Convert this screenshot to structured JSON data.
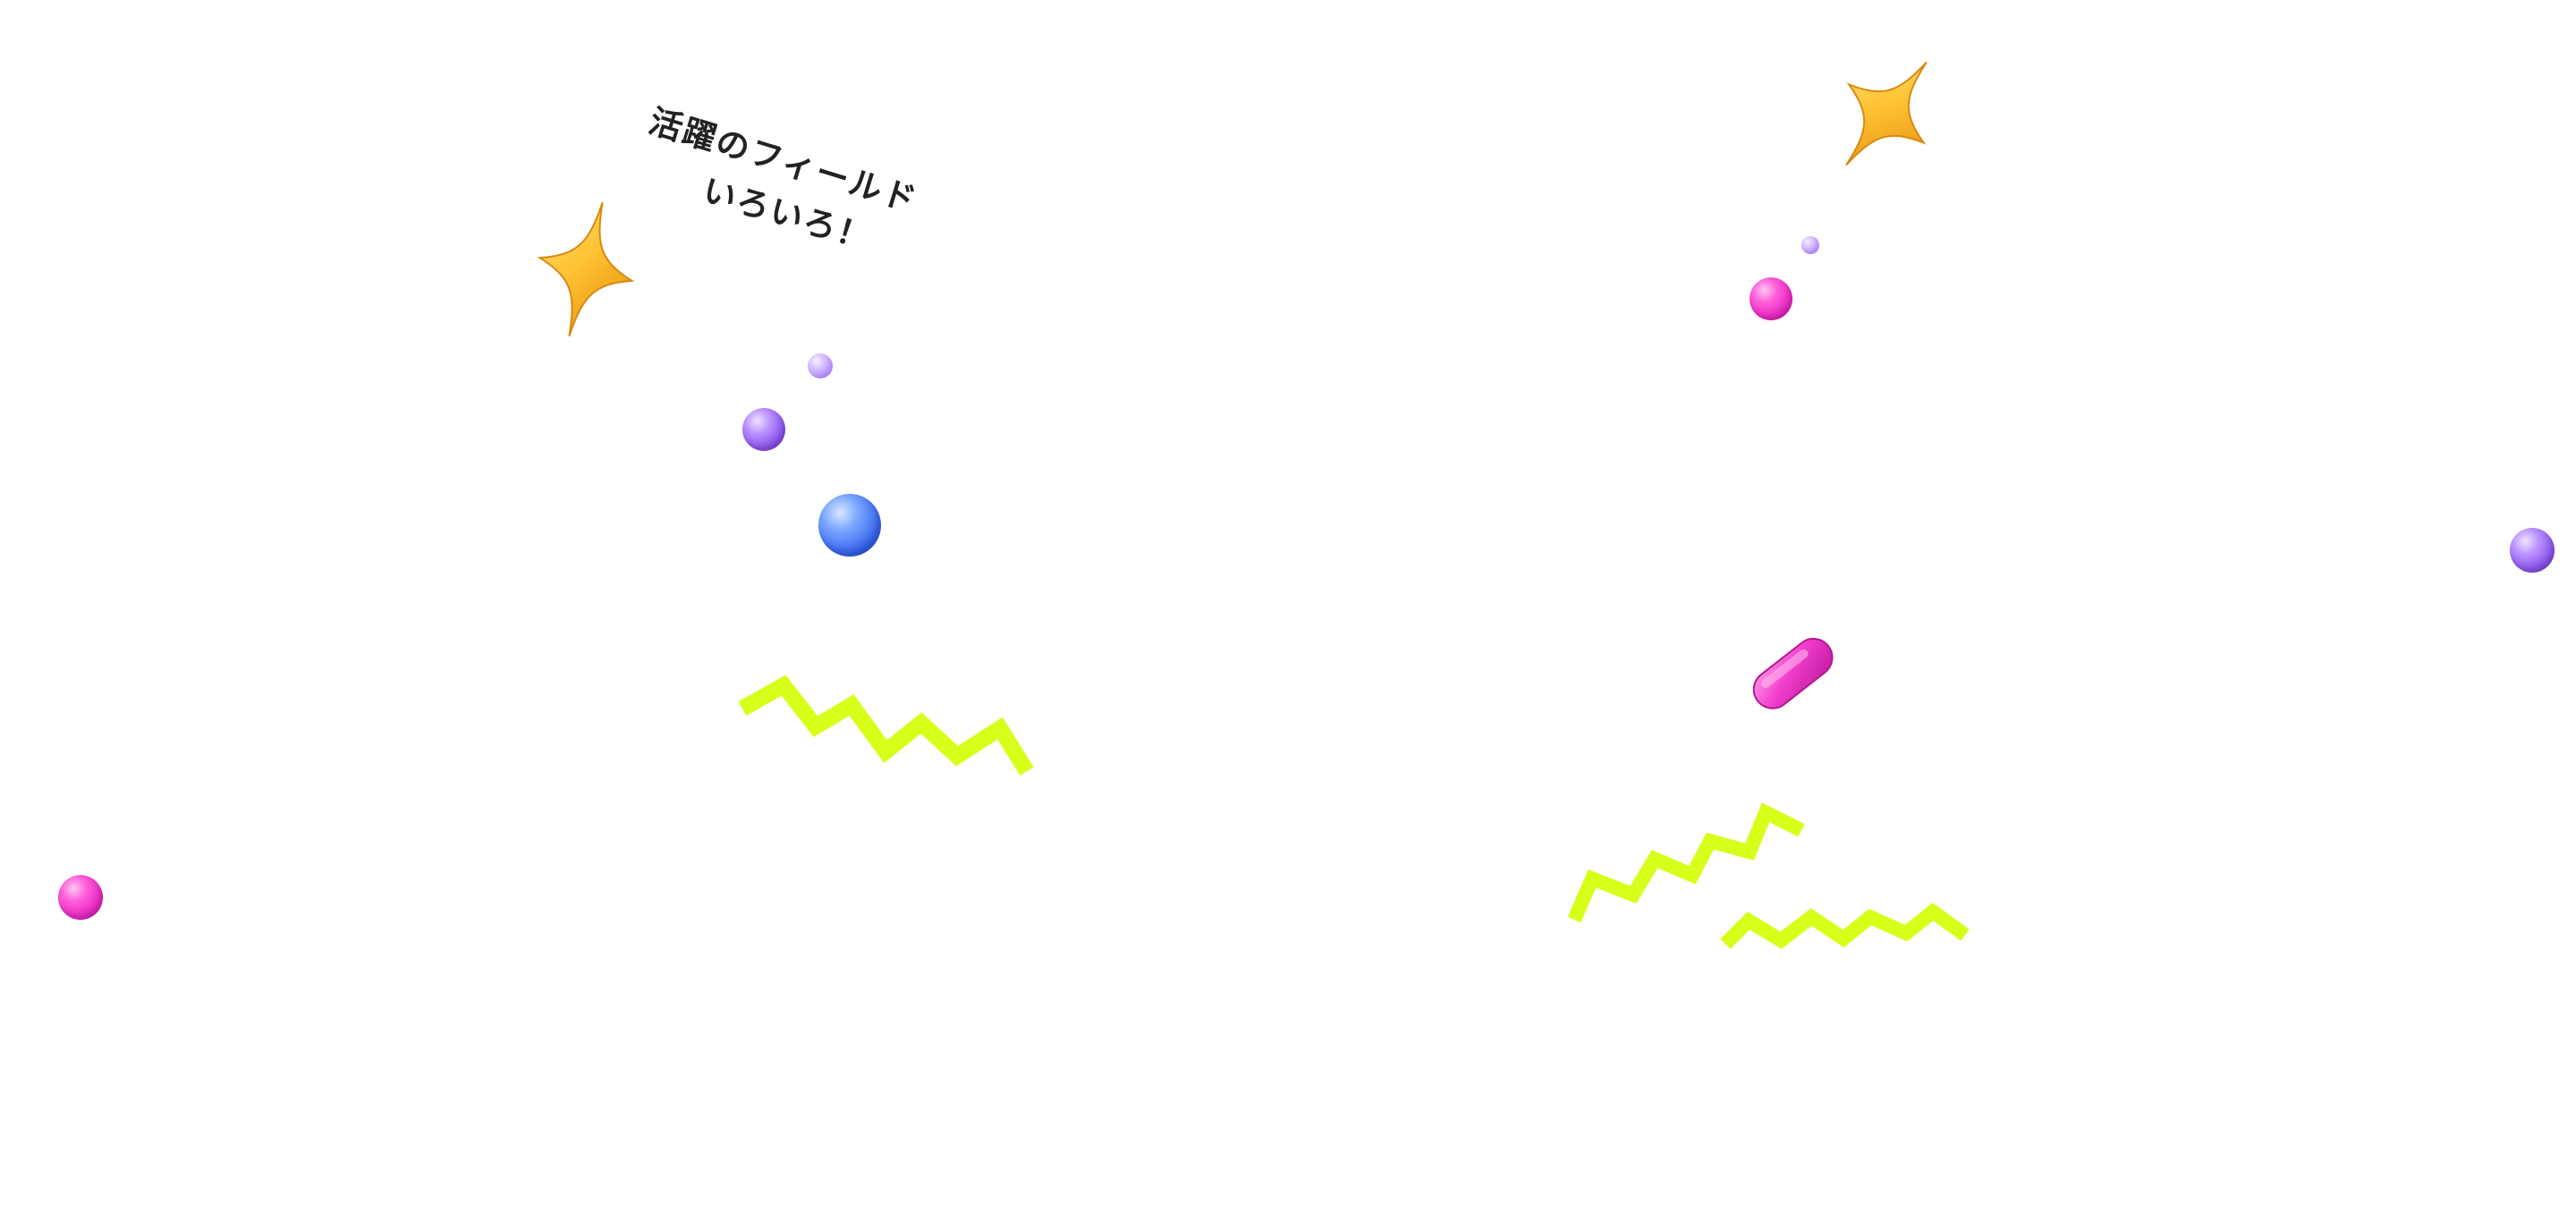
{
  "caption": {
    "line1": "活躍のフィールド",
    "line2": "いろいろ！"
  },
  "colors": {
    "background": "#ffffff",
    "caption_text": "#222222",
    "zigzag": "#d6ff1a",
    "star_gold": "#ffc233",
    "pink": "#ef3fcb",
    "purple": "#9a66f0",
    "blue": "#4a78f5"
  },
  "decorations": {
    "stars": [
      "star-icon",
      "star-icon"
    ],
    "spheres": [
      "pink-sphere",
      "purple-sphere",
      "blue-sphere"
    ],
    "zigzags": [
      "zigzag-icon",
      "zigzag-icon",
      "zigzag-icon"
    ],
    "pill": "pink-pill-icon"
  }
}
